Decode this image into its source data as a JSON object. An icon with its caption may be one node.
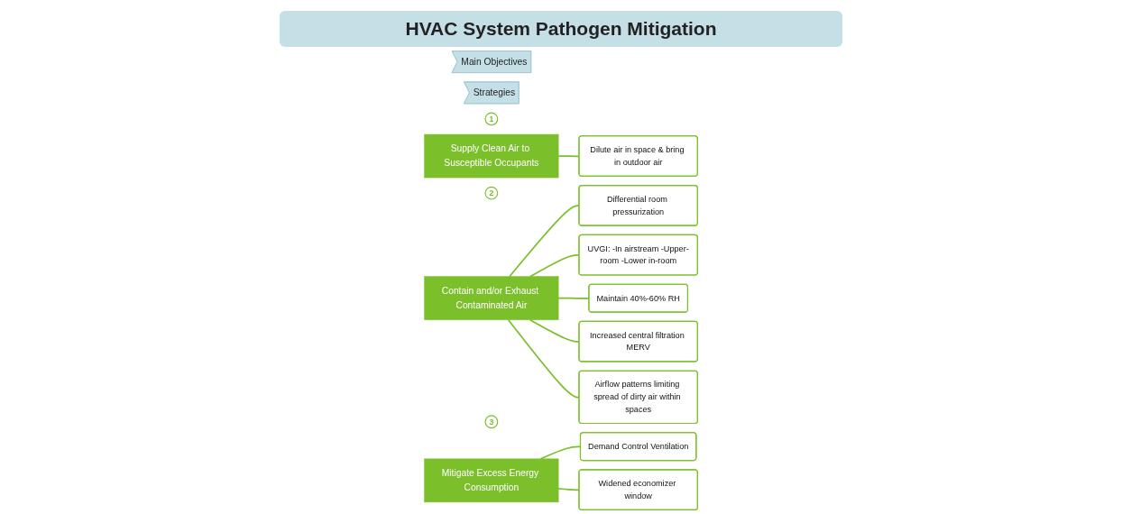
{
  "diagram": {
    "title": "HVAC System Pathogen Mitigation",
    "nodes": [
      {
        "text": [
          "Main Objectives"
        ]
      },
      {
        "text": [
          "Strategies"
        ]
      },
      {
        "text": [
          "1"
        ]
      },
      {
        "text": [
          "Supply Clean Air to Susceptible Occupants"
        ]
      },
      {
        "text": [
          "Dilute air in space & bring in outdoor air"
        ]
      },
      {
        "text": [
          "2"
        ]
      },
      {
        "text": [
          "Contain and/or Exhaust Contaminated Air"
        ]
      },
      {
        "text": [
          "Differential room pressurization"
        ]
      },
      {
        "text": [
          "UVGI: -In airstream -Upper-room -Lower in-room"
        ]
      },
      {
        "text": [
          "Maintain 40%-60% RH"
        ]
      },
      {
        "text": [
          "Increased central filtration MERV"
        ]
      },
      {
        "text": [
          "Airflow patterns limiting spread of dirty air within spaces"
        ]
      },
      {
        "text": [
          "3"
        ]
      },
      {
        "text": [
          "Mitigate Excess Energy Consumption"
        ]
      },
      {
        "text": [
          "Demand Control Ventilation"
        ]
      },
      {
        "text": [
          "Widened economizer window"
        ]
      }
    ],
    "edges": [
      {
        "from": 3,
        "to": 4,
        "arrow": "none"
      },
      {
        "from": 6,
        "to": 7,
        "arrow": "none"
      },
      {
        "from": 6,
        "to": 8,
        "arrow": "none"
      },
      {
        "from": 6,
        "to": 9,
        "arrow": "none"
      },
      {
        "from": 6,
        "to": 10,
        "arrow": "none"
      },
      {
        "from": 6,
        "to": 11,
        "arrow": "none"
      },
      {
        "from": 13,
        "to": 14,
        "arrow": "none"
      },
      {
        "from": 13,
        "to": 15,
        "arrow": "none"
      }
    ]
  }
}
